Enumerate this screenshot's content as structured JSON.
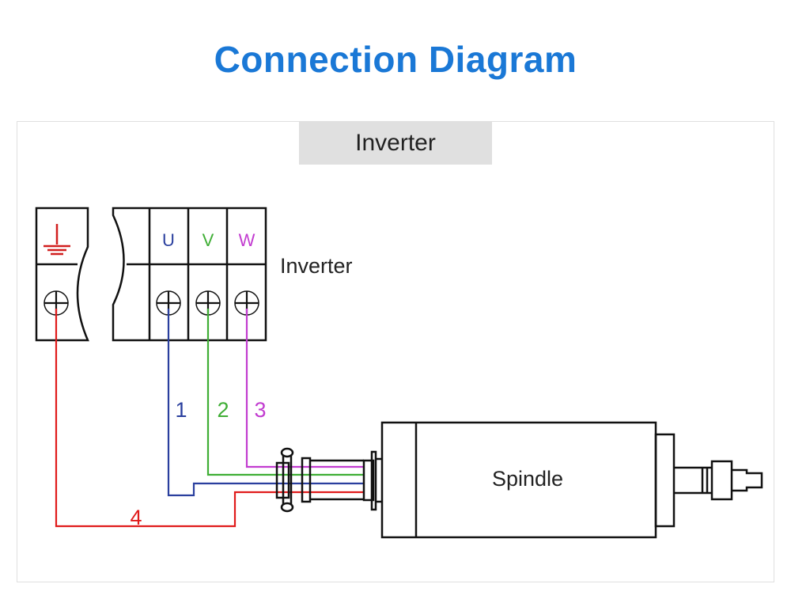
{
  "title": "Connection Diagram",
  "header_label": "Inverter",
  "inverter_label": "Inverter",
  "spindle_label": "Spindle",
  "terminals": [
    {
      "label": "U",
      "color": "#2a3f9e"
    },
    {
      "label": "V",
      "color": "#3fae35"
    },
    {
      "label": "W",
      "color": "#c23cd0"
    }
  ],
  "ground": {
    "symbol": "ground-symbol",
    "color": "#d11f1f"
  },
  "wires": [
    {
      "number": "1",
      "color": "#2a3f9e",
      "terminal": "U"
    },
    {
      "number": "2",
      "color": "#3fae35",
      "terminal": "V"
    },
    {
      "number": "3",
      "color": "#c23cd0",
      "terminal": "W"
    },
    {
      "number": "4",
      "color": "#e01b1b",
      "terminal": "Ground"
    }
  ],
  "colors": {
    "title": "#1a78d6",
    "header_bg": "#e0e0e0",
    "outline": "#111111"
  }
}
